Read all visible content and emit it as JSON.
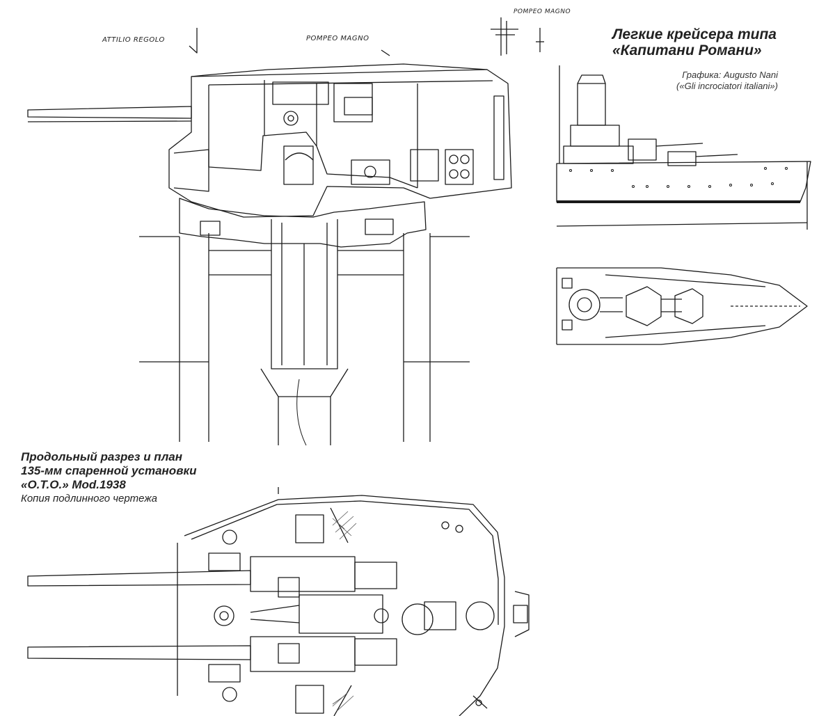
{
  "header": {
    "title_line1": "Легкие крейсера типа",
    "title_line2": "«Капитани Романи»"
  },
  "credit": {
    "line1": "Графика: Augusto Nani",
    "line2": "(«Gli incrociatori italiani»)"
  },
  "caption": {
    "line1": "Продольный разрез и план",
    "line2": "135-мм спаренной установки",
    "line3": "«O.T.O.» Mod.1938",
    "line4": "Копия подлинного чертежа"
  },
  "drawing_labels": {
    "attilio_regolo": "ATTILIO REGOLO",
    "pompeo_magno_section": "POMPEO MAGNO",
    "pompeo_magno_top": "POMPEO MAGNO"
  },
  "colors": {
    "ink": "#1a1a1a",
    "paper": "#ffffff",
    "hatch": "#555555"
  }
}
